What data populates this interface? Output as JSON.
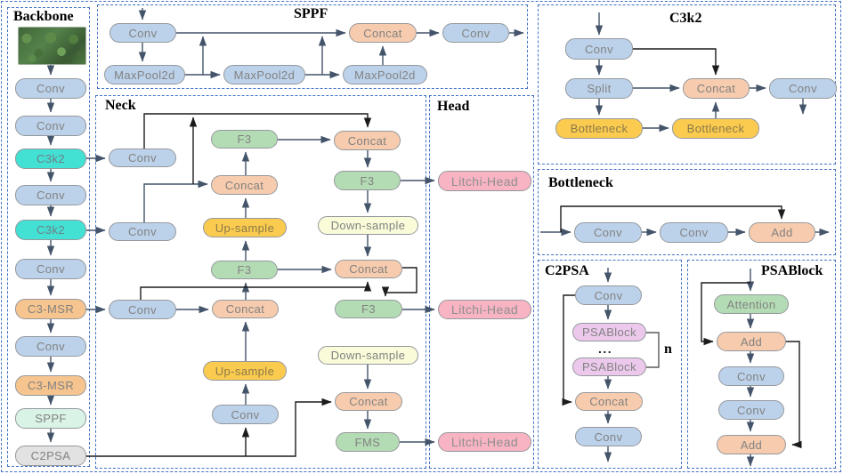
{
  "figure": {
    "description": "Network architecture diagram with Backbone, SPPF, Neck, Head and module detail panels"
  },
  "panels": {
    "backbone": {
      "title": "Backbone"
    },
    "sppf": {
      "title": "SPPF"
    },
    "neck": {
      "title": "Neck"
    },
    "head": {
      "title": "Head"
    },
    "c3k2": {
      "title": "C3k2"
    },
    "bottleneck": {
      "title": "Bottleneck"
    },
    "c2psa": {
      "title": "C2PSA"
    },
    "psablock": {
      "title": "PSABlock"
    }
  },
  "annotations": {
    "ellipsis": "...",
    "repeat_count": "n"
  },
  "colors": {
    "conv_blue": "#bcd2ea",
    "c3k2_cyan": "#43e0d4",
    "c3msr_orange": "#f6c48e",
    "sppf_mint": "#d9f3e6",
    "c2psa_gray": "#e2e2e2",
    "concat_peach": "#f7cbad",
    "f3_green": "#b4dcb4",
    "upsample_gold": "#fbcb4f",
    "downsample_paleyellow": "#fafbd9",
    "litchi_pink": "#f8b4c3",
    "psablock_plum": "#ecc9ec",
    "arrow_slate": "#44546a",
    "arrow_black": "#1c1c1c",
    "border_dashed_blue": "#4472c4"
  },
  "nodes": [
    {
      "id": "bb-image",
      "label": "",
      "color": "image"
    },
    {
      "id": "bb-conv1",
      "label": "Conv",
      "color": "blue"
    },
    {
      "id": "bb-conv2",
      "label": "Conv",
      "color": "blue"
    },
    {
      "id": "bb-c3k2-1",
      "label": "C3k2",
      "color": "cyan"
    },
    {
      "id": "bb-conv3",
      "label": "Conv",
      "color": "blue"
    },
    {
      "id": "bb-c3k2-2",
      "label": "C3k2",
      "color": "cyan"
    },
    {
      "id": "bb-conv4",
      "label": "Conv",
      "color": "blue"
    },
    {
      "id": "bb-c3msr-1",
      "label": "C3-MSR",
      "color": "orange"
    },
    {
      "id": "bb-conv5",
      "label": "Conv",
      "color": "blue"
    },
    {
      "id": "bb-c3msr-2",
      "label": "C3-MSR",
      "color": "orange"
    },
    {
      "id": "bb-sppf",
      "label": "SPPF",
      "color": "mint"
    },
    {
      "id": "bb-c2psa",
      "label": "C2PSA",
      "color": "lightgray"
    },
    {
      "id": "sp-conv1",
      "label": "Conv",
      "color": "blue"
    },
    {
      "id": "sp-mp1",
      "label": "MaxPool2d",
      "color": "blue"
    },
    {
      "id": "sp-mp2",
      "label": "MaxPool2d",
      "color": "blue"
    },
    {
      "id": "sp-mp3",
      "label": "MaxPool2d",
      "color": "blue"
    },
    {
      "id": "sp-concat",
      "label": "Concat",
      "color": "peach"
    },
    {
      "id": "sp-conv2",
      "label": "Conv",
      "color": "blue"
    },
    {
      "id": "nk-conv1",
      "label": "Conv",
      "color": "blue"
    },
    {
      "id": "nk-conv2",
      "label": "Conv",
      "color": "blue"
    },
    {
      "id": "nk-conv3",
      "label": "Conv",
      "color": "blue"
    },
    {
      "id": "nk-f3-top",
      "label": "F3",
      "color": "green"
    },
    {
      "id": "nk-concat-mid1",
      "label": "Concat",
      "color": "peach"
    },
    {
      "id": "nk-up1",
      "label": "Up-sample",
      "color": "gold"
    },
    {
      "id": "nk-f3-mid",
      "label": "F3",
      "color": "green"
    },
    {
      "id": "nk-concat-mid2",
      "label": "Concat",
      "color": "peach"
    },
    {
      "id": "nk-up2",
      "label": "Up-sample",
      "color": "gold"
    },
    {
      "id": "nk-conv4",
      "label": "Conv",
      "color": "blue"
    },
    {
      "id": "nk-concat-tr",
      "label": "Concat",
      "color": "peach"
    },
    {
      "id": "nk-f3-r1",
      "label": "F3",
      "color": "green"
    },
    {
      "id": "nk-ds1",
      "label": "Down-sample",
      "color": "paleyellow"
    },
    {
      "id": "nk-concat-r2",
      "label": "Concat",
      "color": "peach"
    },
    {
      "id": "nk-f3-r2",
      "label": "F3",
      "color": "green"
    },
    {
      "id": "nk-ds2",
      "label": "Down-sample",
      "color": "paleyellow"
    },
    {
      "id": "nk-concat-r3",
      "label": "Concat",
      "color": "peach"
    },
    {
      "id": "nk-fms",
      "label": "FMS",
      "color": "green"
    },
    {
      "id": "hd-lh1",
      "label": "Litchi-Head",
      "color": "pink"
    },
    {
      "id": "hd-lh2",
      "label": "Litchi-Head",
      "color": "pink"
    },
    {
      "id": "hd-lh3",
      "label": "Litchi-Head",
      "color": "pink"
    },
    {
      "id": "ck-conv1",
      "label": "Conv",
      "color": "blue"
    },
    {
      "id": "ck-split",
      "label": "Split",
      "color": "blue"
    },
    {
      "id": "ck-bn1",
      "label": "Bottleneck",
      "color": "gold"
    },
    {
      "id": "ck-bn2",
      "label": "Bottleneck",
      "color": "gold"
    },
    {
      "id": "ck-concat",
      "label": "Concat",
      "color": "peach"
    },
    {
      "id": "ck-conv2",
      "label": "Conv",
      "color": "blue"
    },
    {
      "id": "bn-conv1",
      "label": "Conv",
      "color": "blue"
    },
    {
      "id": "bn-conv2",
      "label": "Conv",
      "color": "blue"
    },
    {
      "id": "bn-add",
      "label": "Add",
      "color": "peach"
    },
    {
      "id": "cp-conv1",
      "label": "Conv",
      "color": "blue"
    },
    {
      "id": "cp-psa1",
      "label": "PSABlock",
      "color": "plum"
    },
    {
      "id": "cp-psa2",
      "label": "PSABlock",
      "color": "plum"
    },
    {
      "id": "cp-concat",
      "label": "Concat",
      "color": "peach"
    },
    {
      "id": "cp-conv2",
      "label": "Conv",
      "color": "blue"
    },
    {
      "id": "ps-att",
      "label": "Attention",
      "color": "green"
    },
    {
      "id": "ps-add1",
      "label": "Add",
      "color": "peach"
    },
    {
      "id": "ps-conv1",
      "label": "Conv",
      "color": "blue"
    },
    {
      "id": "ps-conv2",
      "label": "Conv",
      "color": "blue"
    },
    {
      "id": "ps-add2",
      "label": "Add",
      "color": "peach"
    }
  ]
}
